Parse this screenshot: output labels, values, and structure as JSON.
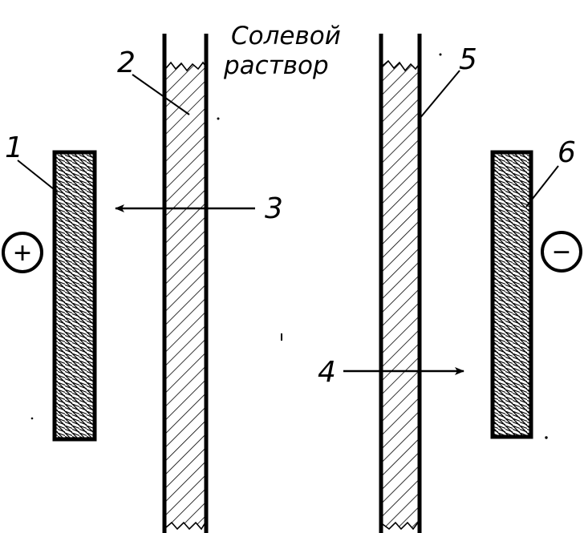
{
  "figure": {
    "caption_line1": "Солевой",
    "caption_line2": "раствор",
    "labels": {
      "anode_plate": "1",
      "membrane_left": "2",
      "flow_left": "3",
      "flow_right": "4",
      "membrane_right": "5",
      "cathode_plate": "6"
    },
    "polarity": {
      "anode": "+",
      "cathode": "−"
    }
  },
  "colors": {
    "ink": "#000000",
    "paper": "#ffffff"
  }
}
